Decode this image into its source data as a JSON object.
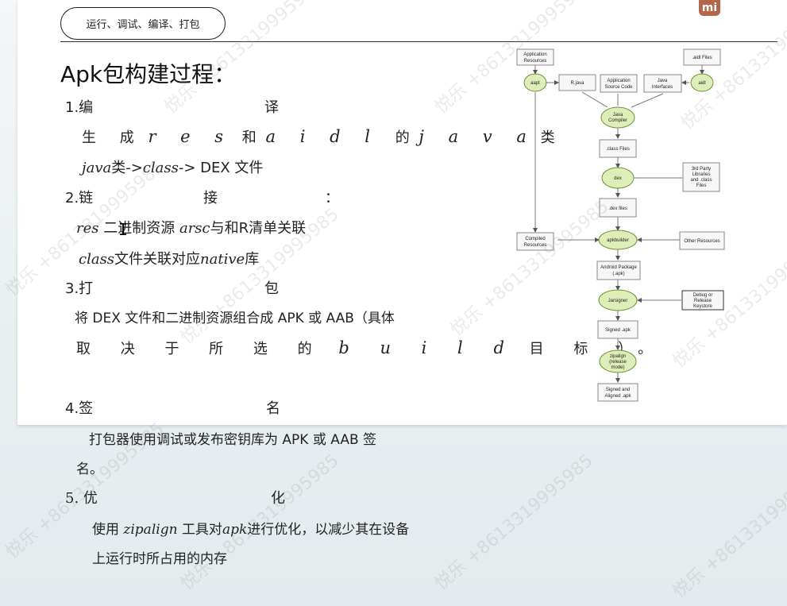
{
  "header": {
    "pill_label": "运行、调试、编译、打包",
    "logo": "mi"
  },
  "title": "Apk包构建过程：",
  "steps": {
    "s1_num": "1.编",
    "s1_end": "译",
    "s1_l1a": "生 成",
    "s1_l1b": "r e s",
    "s1_l1c": "和",
    "s1_l1d": "a i d l",
    "s1_l1e": "的",
    "s1_l1f": "j a v a",
    "s1_l1g": "类",
    "s1_l2a": "java",
    "s1_l2b": "类->",
    "s1_l2c": "class",
    "s1_l2d": "-> DEX 文件",
    "s2_num": "2.链",
    "s2_mid": "接",
    "s2_end": "：",
    "s2_l1a": "res",
    "s2_l1b": "二进制资源",
    "s2_l1c": "arsc",
    "s2_l1d": "与和R清单关联",
    "s2_l2a": "class",
    "s2_l2b": "文件关联对应",
    "s2_l2c": "native",
    "s2_l2d": "库",
    "s3_num": "3.打",
    "s3_end": "包",
    "s3_l1": "将 DEX 文件和二进制资源组合成 APK 或 AAB（具体",
    "s3_l2a": "取 决 于 所 选 的",
    "s3_l2b": "b u i l d",
    "s3_l2c": "目 标 ）。",
    "s4_num": "4.签",
    "s4_end": "名",
    "s4_l1": "打包器使用调试或发布密钥库为 APK 或 AAB 签",
    "s4_l2": "名。",
    "s5_num": "5. 优",
    "s5_end": "化",
    "s5_l1a": "使用",
    "s5_l1b": "zipalign",
    "s5_l1c": "工具对",
    "s5_l1d": "apk",
    "s5_l1e": "进行优化，以减少其在设备",
    "s5_l2": "上运行时所占用的内存"
  },
  "diagram": {
    "app_resources": [
      "Application",
      "Resources"
    ],
    "aidl_files": ".aidl Files",
    "aapt": "aapt",
    "rjava": "R.java",
    "app_source": [
      "Application",
      "Source Code"
    ],
    "java_interfaces": [
      "Java",
      "Interfaces"
    ],
    "aidl": "aidl",
    "java_compiler": [
      "Java",
      "Compiler"
    ],
    "class_files": ".class Files",
    "dex": "dex",
    "third_party": [
      "3rd Party",
      "Libraries",
      "and .class",
      "Files"
    ],
    "dex_files": ".dex files",
    "compiled_resources": [
      "Compiled",
      "Resources"
    ],
    "apkbuilder": "apkbuilder",
    "other_resources": "Other Resources",
    "android_package": [
      "Android Package",
      "(.apk)"
    ],
    "jarsigner": "Jarsigner",
    "keystore": [
      "Debug or",
      "Release",
      "Keystore"
    ],
    "signed_apk": "Signed .apk",
    "zipalign": [
      "zipalign",
      "(release",
      "mode)"
    ],
    "signed_aligned": [
      "Signed and",
      "Aligned .apk"
    ]
  },
  "watermark": "悦乐 +8613319995985",
  "colors": {
    "oval": "#dfeeb8",
    "oval_stroke": "#6d8f3a",
    "box_stroke": "#7a7a7a",
    "logo": "#b5654a"
  }
}
